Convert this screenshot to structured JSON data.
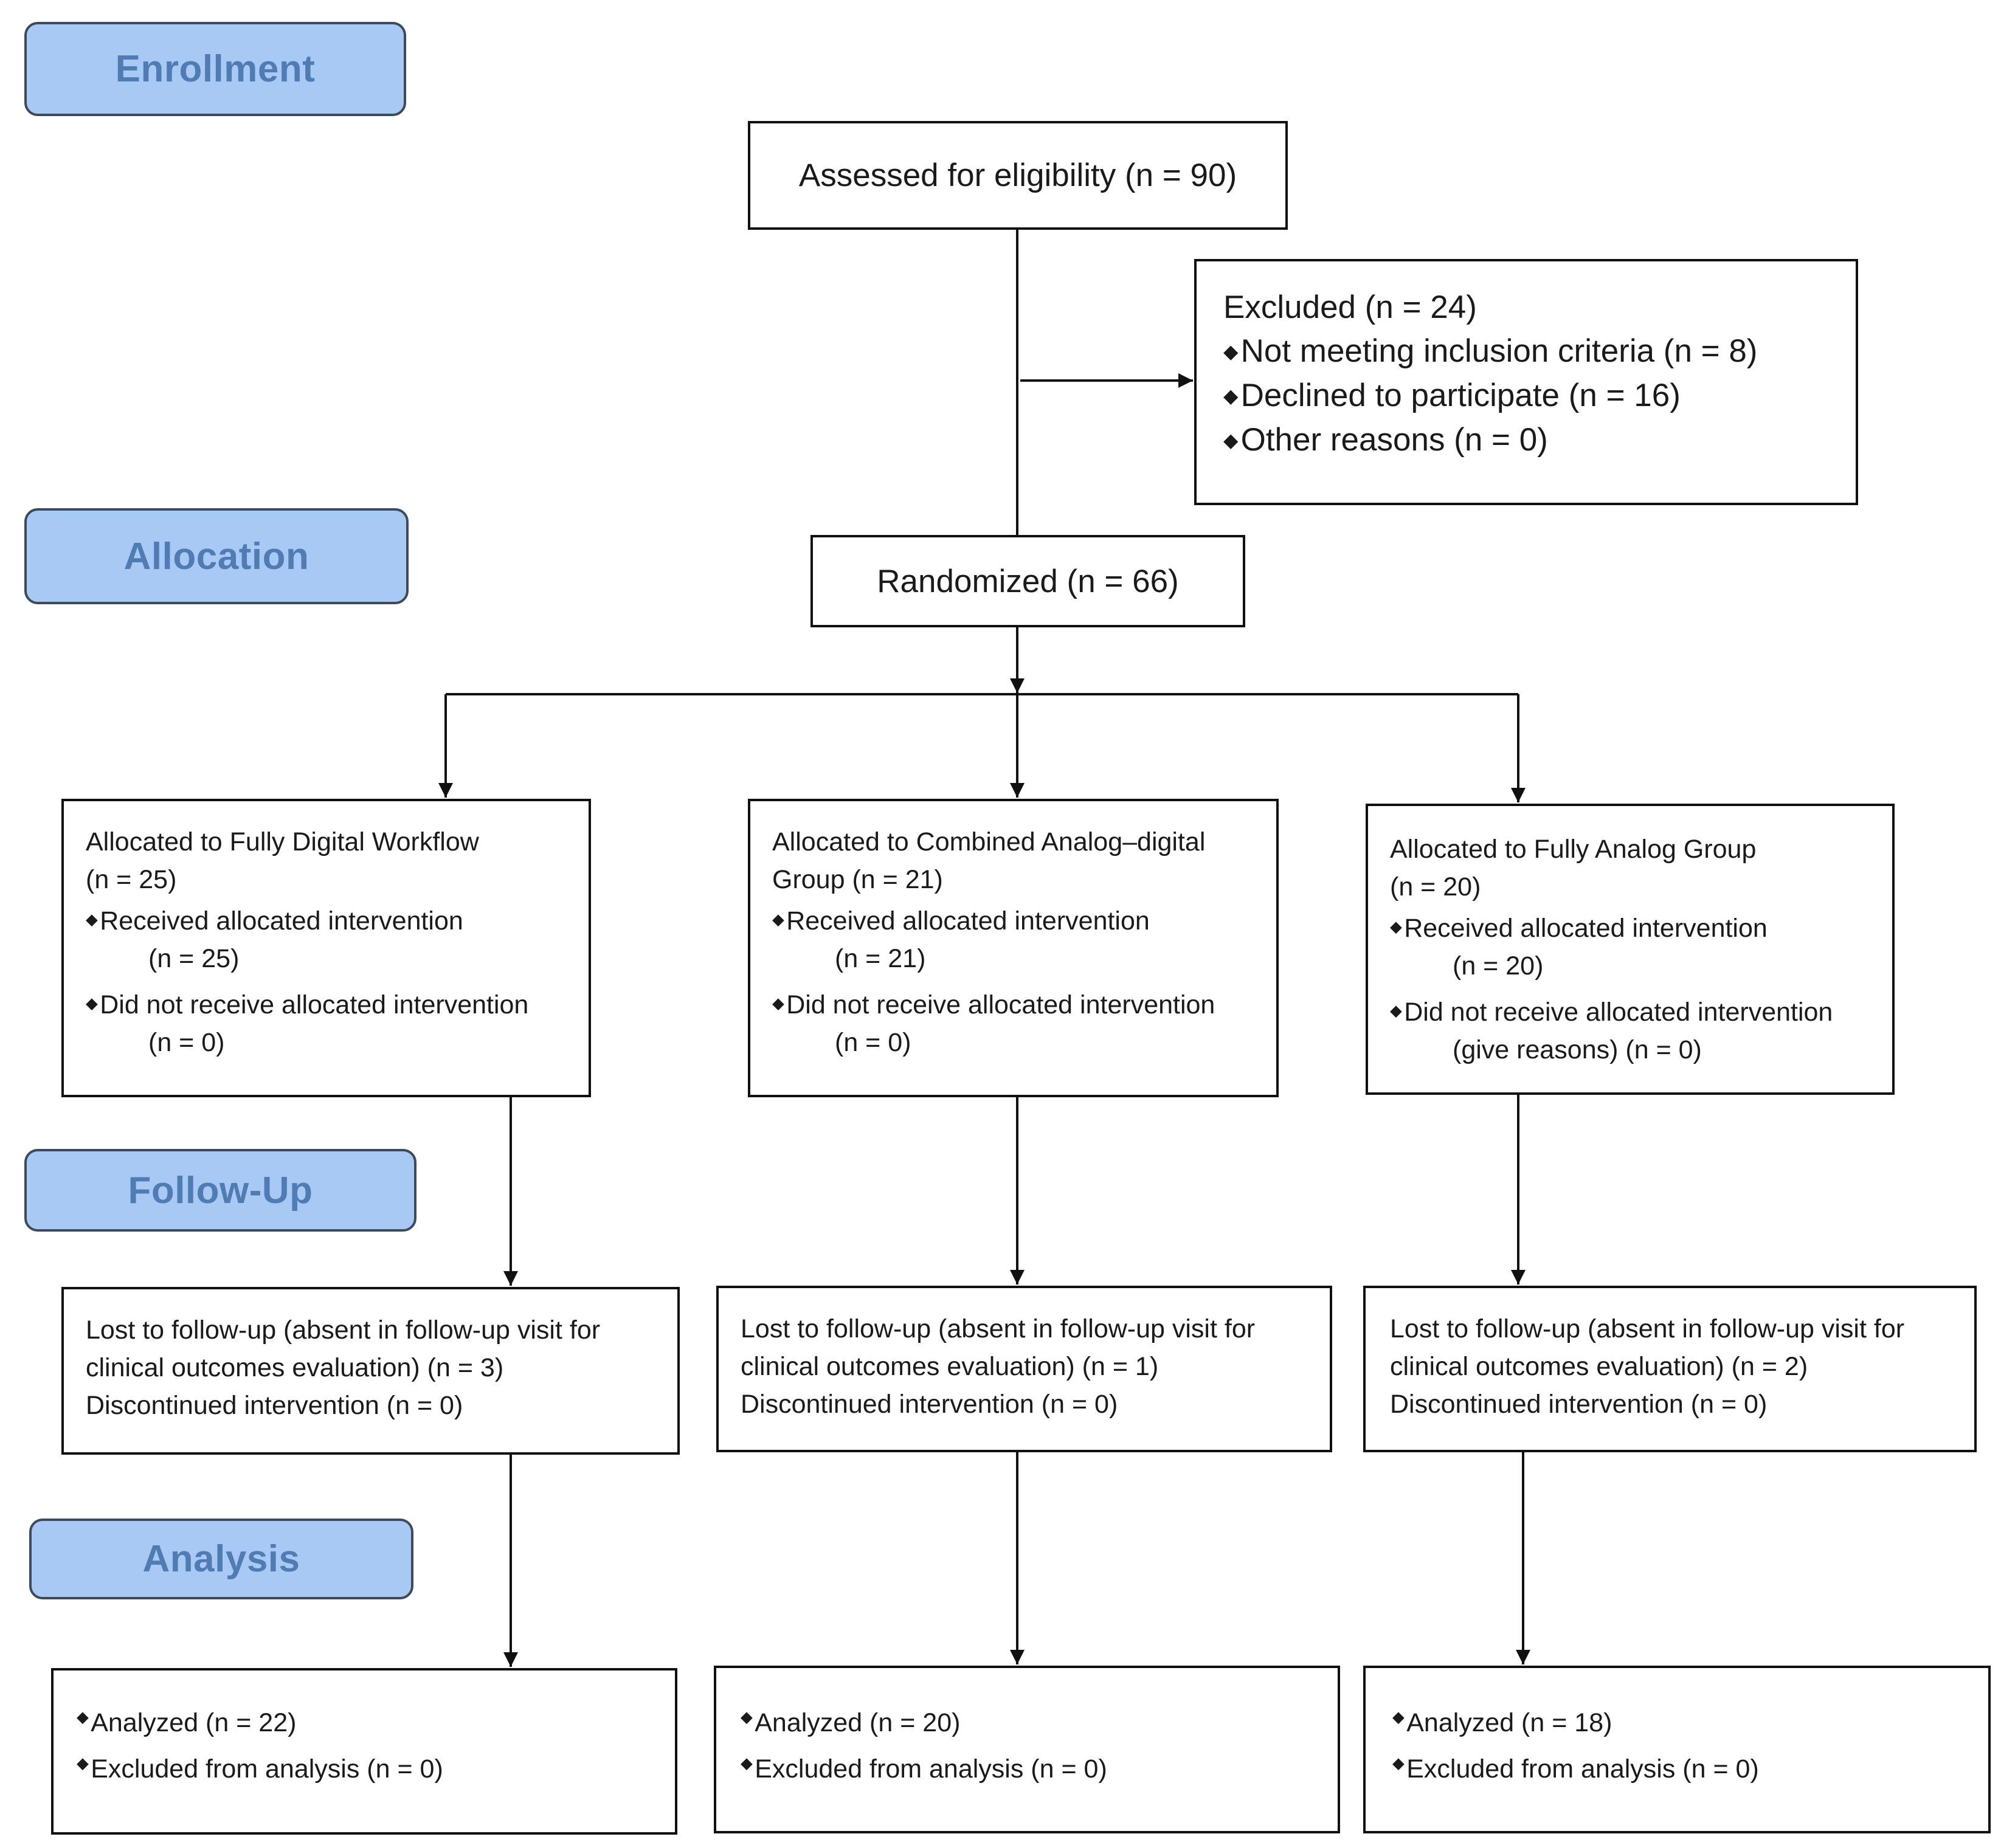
{
  "stages": {
    "enrollment": "Enrollment",
    "allocation": "Allocation",
    "follow_up": "Follow-Up",
    "analysis": "Analysis"
  },
  "enrollment": {
    "assessed": "Assessed for eligibility (n = 90)",
    "excluded": {
      "title": "Excluded  (n = 24)",
      "items": [
        "Not meeting inclusion criteria (n = 8)",
        "Declined to participate (n = 16)",
        "Other reasons (n = 0)"
      ]
    }
  },
  "randomized": "Randomized (n = 66)",
  "bullet_glyph": "◆",
  "groups": [
    {
      "allocation": {
        "title_lines": [
          "Allocated to Fully Digital Workflow",
          "(n = 25)"
        ],
        "received": "Received allocated intervention",
        "received_n": "(n = 25)",
        "not_received": "Did not receive allocated intervention",
        "not_received_n": "(n = 0)"
      },
      "followup": {
        "lines": [
          "Lost to follow-up (absent in follow-up visit for",
          "clinical outcomes evaluation) (n = 3)",
          "Discontinued intervention (n = 0)"
        ]
      },
      "analysis": {
        "analyzed": "Analyzed  (n = 22)",
        "excluded": "Excluded from analysis (n = 0)"
      }
    },
    {
      "allocation": {
        "title_lines": [
          "Allocated to Combined Analog–digital",
          "Group (n = 21)"
        ],
        "received": "Received allocated intervention",
        "received_n": "(n = 21)",
        "not_received": "Did not receive allocated intervention",
        "not_received_n": "(n = 0)"
      },
      "followup": {
        "lines": [
          "Lost to follow-up (absent in follow-up visit for",
          "clinical outcomes evaluation) (n = 1)",
          "Discontinued intervention (n = 0)"
        ]
      },
      "analysis": {
        "analyzed": "Analyzed  (n = 20)",
        "excluded": "Excluded from analysis (n = 0)"
      }
    },
    {
      "allocation": {
        "title_lines": [
          "Allocated to Fully Analog Group",
          "(n = 20)"
        ],
        "received": "Received allocated intervention",
        "received_n": "(n = 20)",
        "not_received": "Did not receive allocated intervention",
        "not_received_n": "(give reasons) (n = 0)"
      },
      "followup": {
        "lines": [
          "Lost to follow-up (absent in follow-up visit for",
          "clinical outcomes evaluation) (n = 2)",
          "Discontinued intervention (n = 0)"
        ]
      },
      "analysis": {
        "analyzed": "Analyzed  (n = 18)",
        "excluded": "Excluded from analysis (n = 0)"
      }
    }
  ]
}
